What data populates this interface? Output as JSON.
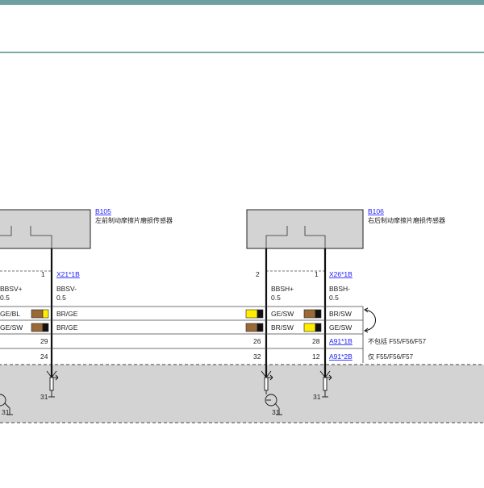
{
  "components": {
    "left": {
      "id": "B105",
      "desc": "左前制动摩擦片磨损传感器"
    },
    "right": {
      "id": "B106",
      "desc": "右后制动摩擦片磨损传感器"
    }
  },
  "connectors": {
    "left": {
      "name": "X21*1B",
      "pin_a": "",
      "pin_b": "1"
    },
    "right": {
      "name": "X26*1B",
      "pin_a": "2",
      "pin_b": "1"
    }
  },
  "signals": {
    "left_a": {
      "name": "BBSV+",
      "size": "0.5"
    },
    "left_b": {
      "name": "BBSV-",
      "size": "0.5"
    },
    "right_a": {
      "name": "BBSH+",
      "size": "0.5"
    },
    "right_b": {
      "name": "BBSH-",
      "size": "0.5"
    }
  },
  "wires": {
    "row1": {
      "c1": "GE/BL",
      "c2": "BR/GE",
      "c3": "GE/SW",
      "c4": "BR/SW"
    },
    "row2": {
      "c1": "GE/SW",
      "c2": "BR/GE",
      "c3": "BR/SW",
      "c4": "GE/SW"
    }
  },
  "pins": {
    "row3": {
      "p1": "29",
      "p2": "26",
      "p3": "28",
      "conn": "A91*1B",
      "note": "不包括 F55/F56/F57"
    },
    "row4": {
      "p1": "24",
      "p2": "32",
      "p3": "12",
      "conn": "A91*2B",
      "note": "仅 F55/F56/F57"
    }
  },
  "grounds": {
    "g1": "31",
    "g2": "31",
    "g3": "31",
    "g4": "31"
  },
  "colors": {
    "accent_bar": "#6f9fa0",
    "module_fill": "#d3d3d3",
    "box_fill": "#d3d3d3",
    "brown": "#9a6a36",
    "yellow": "#ffee00",
    "link": "#1a1aff"
  }
}
